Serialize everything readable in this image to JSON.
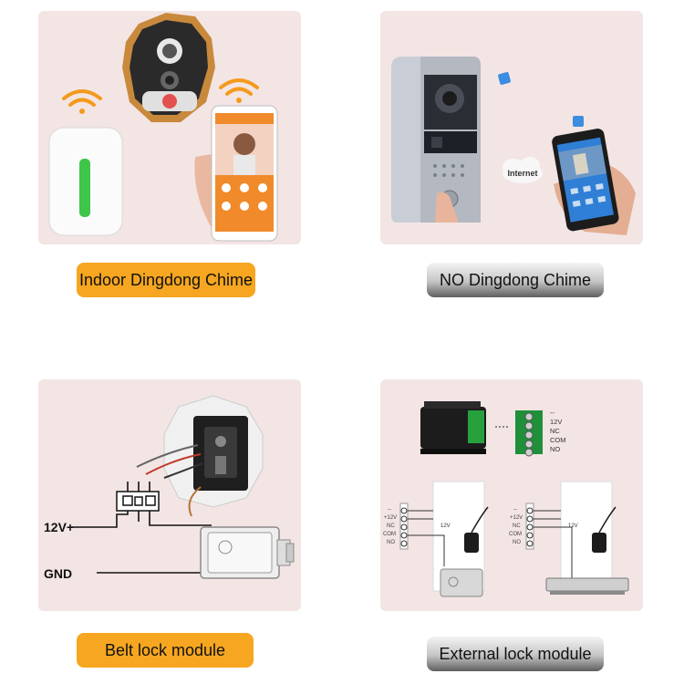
{
  "captions": {
    "indoor_chime": "Indoor Dingdong Chime",
    "no_chime": "NO Dingdong Chime",
    "belt_lock": "Belt lock module",
    "external_lock": "External lock module"
  },
  "panel2": {
    "internet": "Internet"
  },
  "panel3": {
    "v12": "12V+",
    "gnd": "GND"
  },
  "panel4": {
    "terminals": [
      "--",
      "12V",
      "NC",
      "COM",
      "NO"
    ],
    "small_terminals": [
      "--",
      "+12V",
      "NC",
      "COM",
      "NO"
    ],
    "supply": "12V"
  },
  "colors": {
    "accent_orange": "#f6a620",
    "panel_bg": "#f3e5e4"
  }
}
